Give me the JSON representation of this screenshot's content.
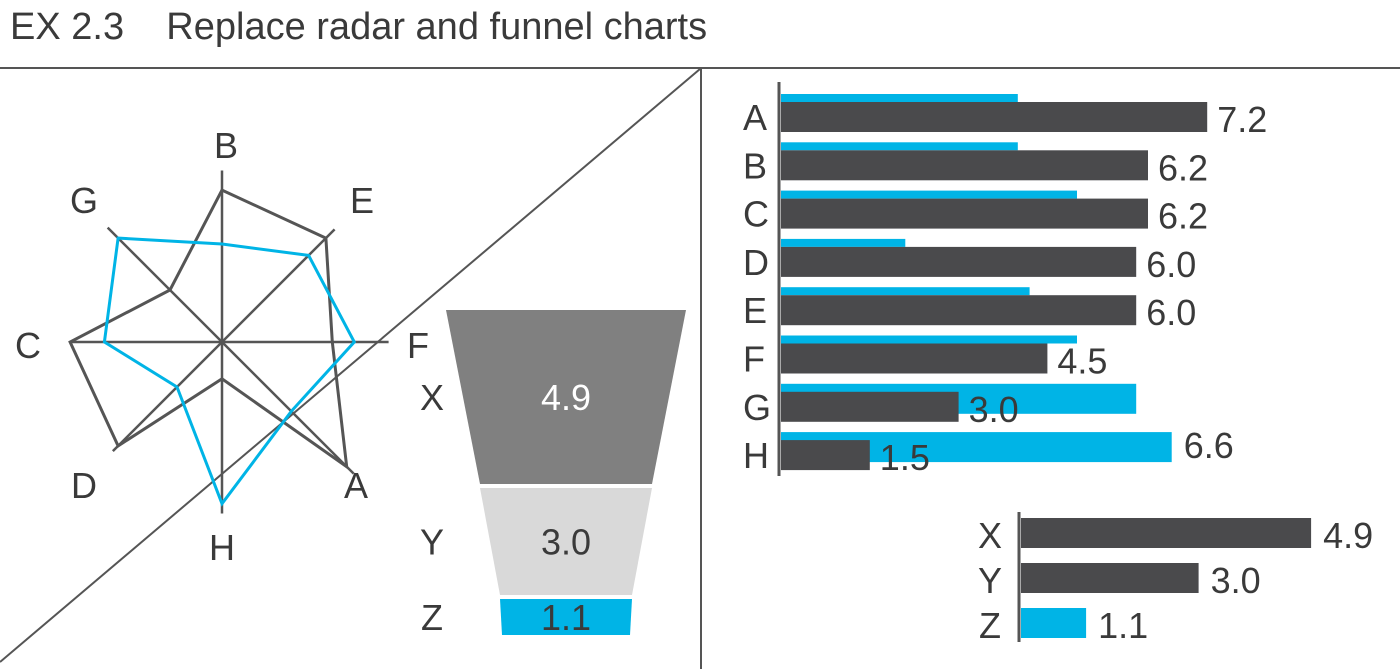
{
  "title": "EX 2.3    Replace radar and funnel charts",
  "colors": {
    "dark": "#4a4a4c",
    "blue": "#00b4e6",
    "funnel_x": "#808080",
    "funnel_y": "#d9d9d9",
    "text": "#3a3a3a",
    "line": "#555555"
  },
  "chart_data": [
    {
      "type": "radar",
      "axes": [
        "B",
        "E",
        "F",
        "A",
        "H",
        "D",
        "C",
        "G"
      ],
      "range": [
        0,
        10
      ],
      "series": [
        {
          "values": [
            6.2,
            6.0,
            4.5,
            7.2,
            1.5,
            6.0,
            6.2,
            3.0
          ]
        },
        {
          "values": [
            4.0,
            5.0,
            5.4,
            4.0,
            6.6,
            2.6,
            4.8,
            6.0
          ]
        }
      ]
    },
    {
      "type": "funnel",
      "categories": [
        "X",
        "Y",
        "Z"
      ],
      "values": [
        4.9,
        3.0,
        1.1
      ],
      "labels": [
        "4.9",
        "3.0",
        "1.1"
      ]
    },
    {
      "type": "bar",
      "orientation": "horizontal",
      "categories": [
        "A",
        "B",
        "C",
        "D",
        "E",
        "F",
        "G",
        "H"
      ],
      "series": [
        {
          "values": [
            7.2,
            6.2,
            6.2,
            6.0,
            6.0,
            4.5,
            3.0,
            1.5
          ]
        },
        {
          "values": [
            4.0,
            4.0,
            5.0,
            2.1,
            4.2,
            5.0,
            6.0,
            6.6
          ]
        }
      ],
      "labels": [
        "7.2",
        "6.2",
        "6.2",
        "6.0",
        "6.0",
        "4.5",
        "3.0",
        "1.5"
      ],
      "blue_label": {
        "index": 7,
        "text": "6.6"
      }
    },
    {
      "type": "bar",
      "orientation": "horizontal",
      "categories": [
        "X",
        "Y",
        "Z"
      ],
      "values": [
        4.9,
        3.0,
        1.1
      ],
      "labels": [
        "4.9",
        "3.0",
        "1.1"
      ]
    }
  ]
}
